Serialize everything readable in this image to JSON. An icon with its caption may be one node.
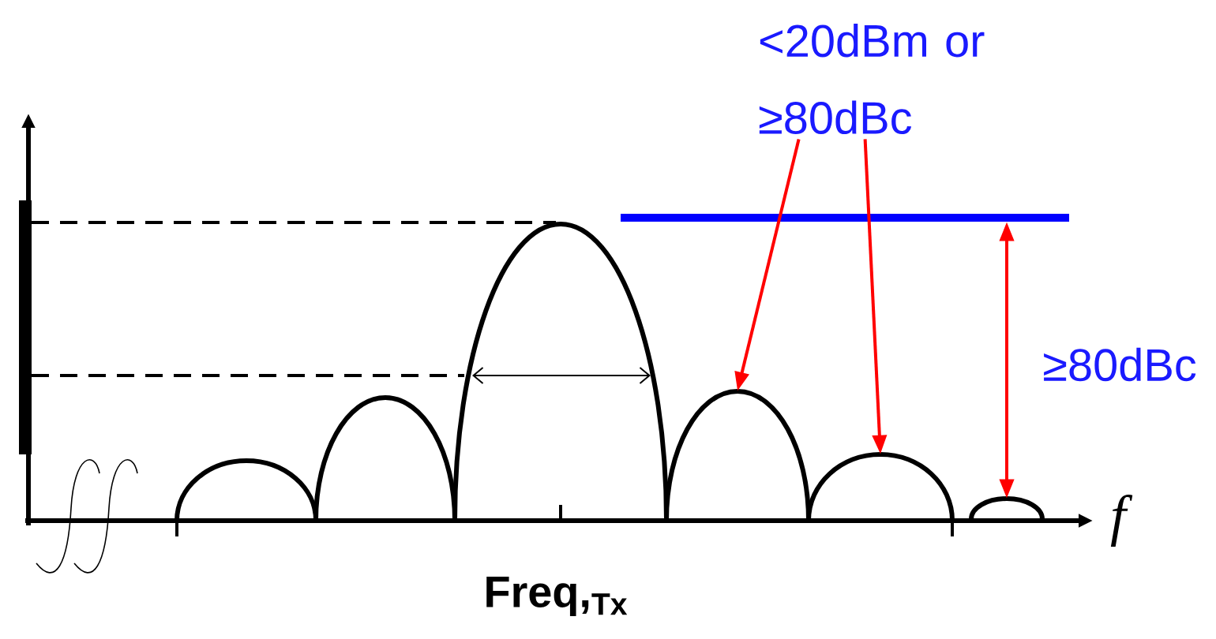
{
  "diagram": {
    "nodes": [
      {
        "text": [
          "<20dBm or ≥80dBc"
        ]
      },
      {
        "text": [],
        "shape": "arc"
      },
      {
        "text": [],
        "shape": "arc"
      },
      {
        "text": [],
        "shape": "bar"
      },
      {
        "text": [],
        "shape": "arc"
      }
    ],
    "edges": [
      {
        "from": 0,
        "to": 1,
        "arrow": "to"
      },
      {
        "from": 0,
        "to": 2,
        "arrow": "to"
      },
      {
        "from": 3,
        "to": 4,
        "arrow": "both",
        "label": "≥80dBc"
      }
    ],
    "labels": [
      "Freq,$_{Tx}$",
      "f"
    ]
  }
}
